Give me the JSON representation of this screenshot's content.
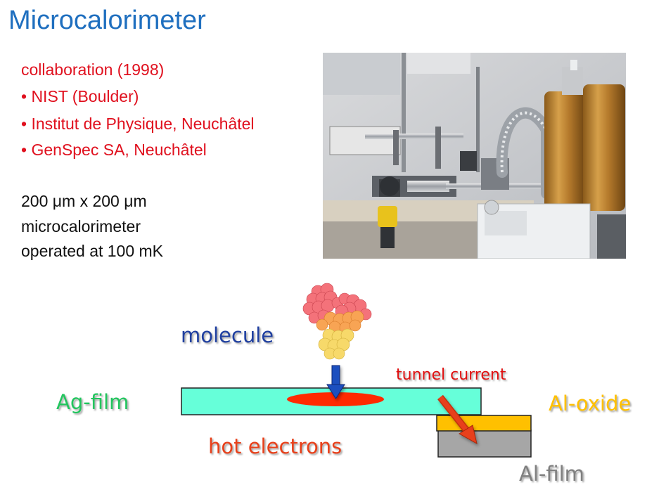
{
  "slide": {
    "title": "Microcalorimeter",
    "collaboration": "collaboration (1998)",
    "partners": [
      "• NIST (Boulder)",
      "• Institut de Physique, Neuchâtel",
      "• GenSpec SA, Neuchâtel"
    ],
    "specs": [
      "200 μm x 200 μm",
      "microcalorimeter",
      "operated at 100 mK"
    ]
  },
  "diagram": {
    "molecule": "molecule",
    "ag_film": "Ag-film",
    "al_oxide": "Al-oxide",
    "tunnel_current": "tunnel current",
    "hot_electrons": "hot electrons",
    "al_film": "Al-film"
  },
  "colors": {
    "title": "#1f6fbf",
    "red_text": "#e0101e",
    "ag_film_fill": "#66ffd9",
    "al_oxide_fill": "#ffc000",
    "al_film_fill": "#a6a6a6",
    "hot_spot": "#ff2a00",
    "arrow_down": "#1f4fbf",
    "arrow_tunnel": "#e8401a",
    "molecule_label": "#1f3fa0",
    "ag_label": "#22c55e",
    "al_oxide_label": "#ffc000",
    "tunnel_label": "#e01010",
    "hot_label": "#e8401a",
    "al_film_label": "#808080"
  }
}
